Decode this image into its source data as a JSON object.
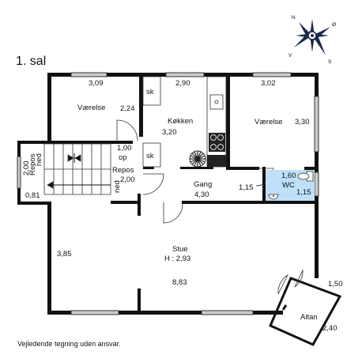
{
  "title": "1. sal",
  "disclaimer": "Vejledende tegning uden ansvar.",
  "compass": {
    "n": "N",
    "e": "Ø",
    "s": "S",
    "w": "V"
  },
  "rooms": {
    "vaerelse_left": {
      "name": "Værelse",
      "width": "3,09",
      "depth": "2,24"
    },
    "kitchen": {
      "name": "Køkken",
      "width": "2,90",
      "depth": "3,20",
      "cabinet_label": "sk"
    },
    "vaerelse_right": {
      "name": "Værelse",
      "width": "3,02",
      "depth": "3,30"
    },
    "stairs": {
      "up_label": "op",
      "down_label": "ned",
      "stair_width": "1,00"
    },
    "repos_left": {
      "name": "Repos",
      "length": "2,00",
      "depth": "0,81"
    },
    "repos_mid": {
      "name": "Repos",
      "length": "2,00"
    },
    "gang": {
      "name": "Gang",
      "width": "4,30",
      "depth": "1,15"
    },
    "wc": {
      "name": "WC",
      "width": "1,60",
      "depth": "1,15"
    },
    "stue": {
      "name": "Stue",
      "height_note": "H : 2,93",
      "width": "8,83",
      "depth": "3,85"
    },
    "altan": {
      "name": "Altan",
      "width": "2,40",
      "depth": "1,50"
    }
  }
}
